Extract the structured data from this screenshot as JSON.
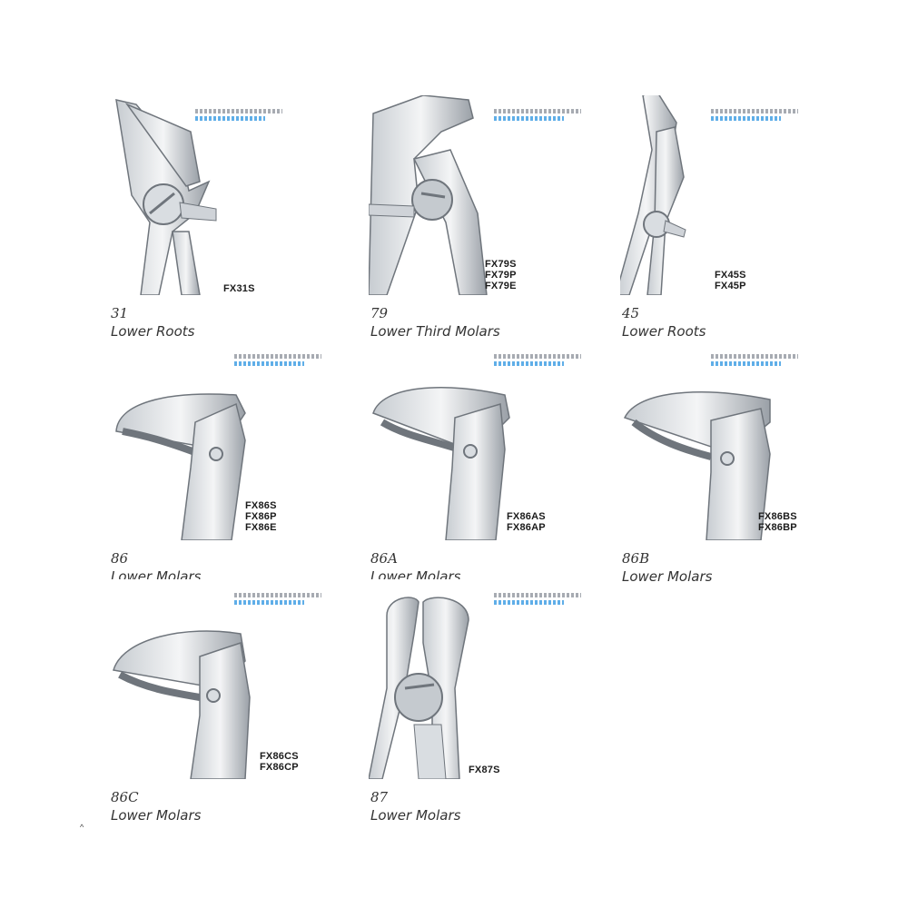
{
  "items": [
    {
      "number": "31",
      "description": "Lower Roots",
      "codes": [
        "FX31S"
      ]
    },
    {
      "number": "79",
      "description": "Lower Third Molars",
      "codes": [
        "FX79S",
        "FX79P",
        "FX79E"
      ]
    },
    {
      "number": "45",
      "description": "Lower Roots",
      "codes": [
        "FX45S",
        "FX45P"
      ]
    },
    {
      "number": "86",
      "description": "Lower Molars",
      "codes": [
        "FX86S",
        "FX86P",
        "FX86E"
      ]
    },
    {
      "number": "86A",
      "description": "Lower Molars",
      "codes": [
        "FX86AS",
        "FX86AP"
      ]
    },
    {
      "number": "86B",
      "description": "Lower Molars",
      "codes": [
        "FX86BS",
        "FX86BP"
      ]
    },
    {
      "number": "86C",
      "description": "Lower Molars",
      "codes": [
        "FX86CS",
        "FX86CP"
      ]
    },
    {
      "number": "87",
      "description": "Lower Molars",
      "codes": [
        "FX87S"
      ]
    }
  ],
  "footer_mark": "^",
  "colors": {
    "steel_light": "#e8eaec",
    "steel_mid": "#b9bec4",
    "steel_dark": "#6f757c",
    "watermark_blue": "#2a93e0"
  },
  "icons": [
    "forceps-image"
  ]
}
